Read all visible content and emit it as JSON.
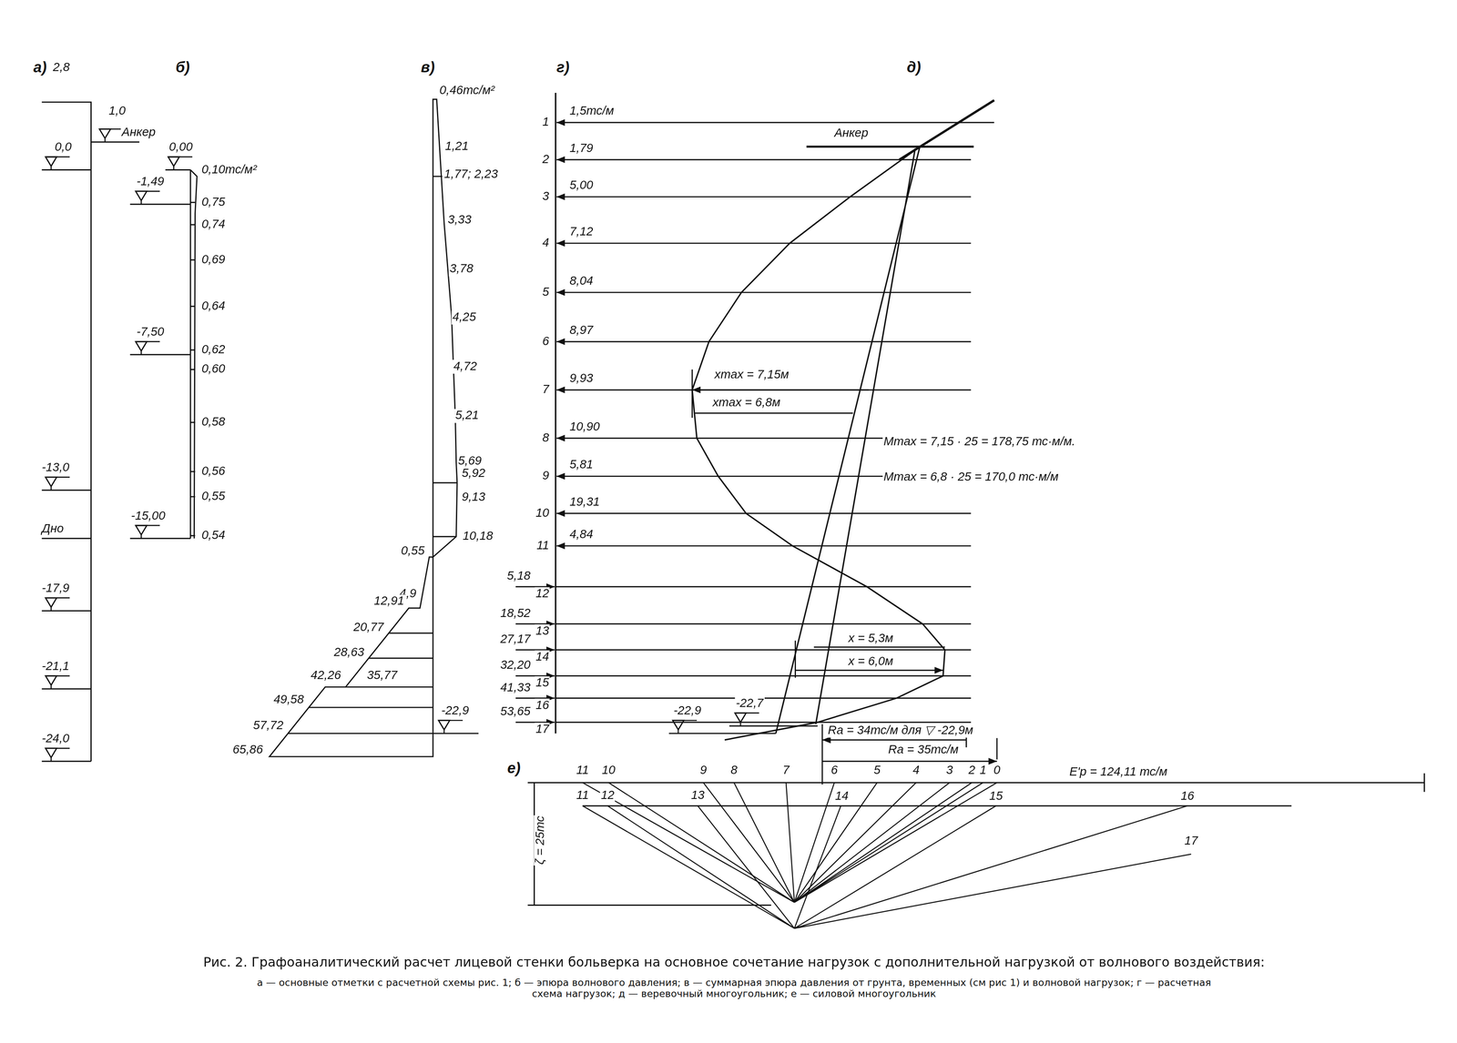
{
  "diagram": {
    "caption": "Рис. 2. Графоаналитический расчет лицевой стенки больверка на основное сочетание нагрузок с дополнительной нагрузкой от волнового воздействия:",
    "labels": [
      "а)",
      "2,8",
      "0,0",
      "1,0",
      "Анкер",
      "-13,0",
      "Дно",
      "-17,9",
      "-21,1",
      "-24,0",
      "б)",
      "0,00",
      "0,10тс/м²",
      "-1,49",
      "0,75",
      "0,74",
      "0,69",
      "0,64",
      "-7,50",
      "0,62",
      "0,60",
      "0,58",
      "0,56",
      "0,55",
      "-15,00",
      "0,54",
      "в)",
      "0,46тс/м²",
      "1,21",
      "1,77; 2,23",
      "3,33",
      "3,78",
      "4,25",
      "4,72",
      "5,21",
      "5,69",
      "5,92",
      "9,13",
      "10,18",
      "0,55",
      "4,9",
      "12,91",
      "20,77",
      "28,63",
      "35,77",
      "42,26",
      "49,58",
      "57,72",
      "65,86",
      "-22,9",
      "г)",
      "1",
      "2",
      "3",
      "4",
      "5",
      "6",
      "7",
      "8",
      "9",
      "10",
      "11",
      "12",
      "13",
      "14",
      "15",
      "16",
      "17",
      "1,5тс/м",
      "1,79",
      "5,00",
      "7,12",
      "8,04",
      "8,97",
      "9,93",
      "10,90",
      "5,81",
      "19,31",
      "4,84",
      "5,18",
      "18,52",
      "27,17",
      "32,20",
      "41,33",
      "53,65",
      "-22,9",
      "-22,7",
      "д)",
      "Анкер",
      "xmax = 7,15м",
      "xmax = 6,8м",
      "Mmax = 7,15 · 25 = 178,75 тс·м/м.",
      "Mmax = 6,8 · 25 = 170,0 тс·м/м",
      "x = 5,3м",
      "x = 6,0м",
      "Ra = 34тс/м для ▽ -22,9м",
      "Ra = 35тс/м",
      "е)",
      "11",
      "10",
      "9",
      "8",
      "7",
      "6",
      "5",
      "4",
      "3",
      "2",
      "1",
      "0",
      "11",
      "12",
      "13",
      "14",
      "15",
      "16",
      "17",
      "E'p = 124,11 тс/м",
      "ζ = 25тс",
      "а — основные отметки с расчетной схемы рис. 1; б — эпюра волнового давления; в — суммарная эпюра давления от грунта, временных (см рис 1) и волновой нагрузок; г — расчетная схема нагрузок; д — веревочный многоугольник; е — силовой многоугольник"
    ]
  }
}
